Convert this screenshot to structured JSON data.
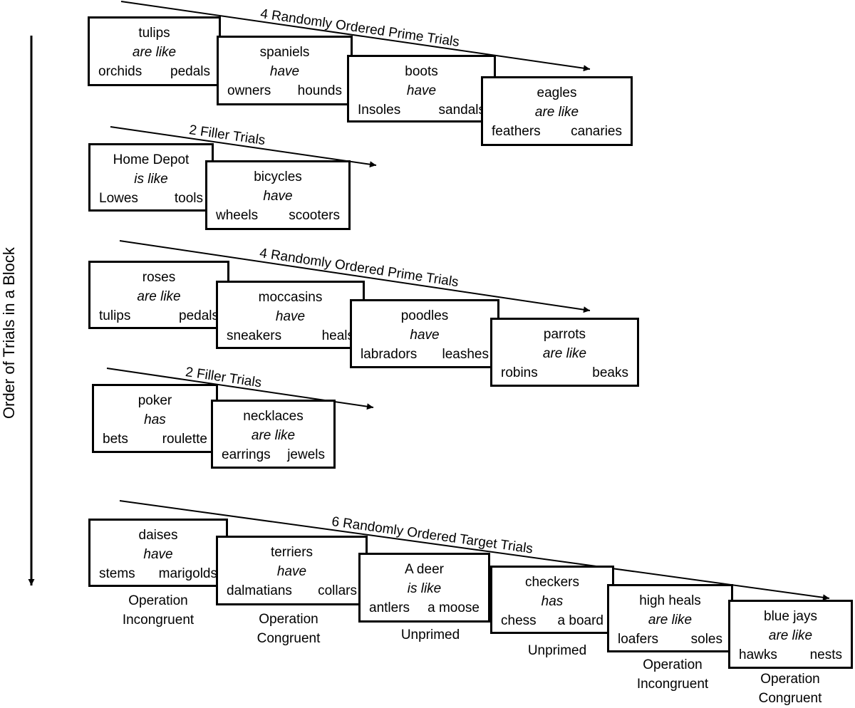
{
  "axis_label": "Order of Trials in a Block",
  "groups": [
    {
      "label": "4 Randomly Ordered Prime Trials",
      "trials": [
        {
          "subject": "tulips",
          "relation": "are like",
          "left": "orchids",
          "right": "pedals"
        },
        {
          "subject": "spaniels",
          "relation": "have",
          "left": "owners",
          "right": "hounds"
        },
        {
          "subject": "boots",
          "relation": "have",
          "left": "Insoles",
          "right": "sandals"
        },
        {
          "subject": "eagles",
          "relation": "are like",
          "left": "feathers",
          "right": "canaries"
        }
      ]
    },
    {
      "label": "2 Filler Trials",
      "trials": [
        {
          "subject": "Home Depot",
          "relation": "is like",
          "left": "Lowes",
          "right": "tools"
        },
        {
          "subject": "bicycles",
          "relation": "have",
          "left": "wheels",
          "right": "scooters"
        }
      ]
    },
    {
      "label": "4 Randomly Ordered Prime Trials",
      "trials": [
        {
          "subject": "roses",
          "relation": "are like",
          "left": "tulips",
          "right": "pedals"
        },
        {
          "subject": "moccasins",
          "relation": "have",
          "left": "sneakers",
          "right": "heals"
        },
        {
          "subject": "poodles",
          "relation": "have",
          "left": "labradors",
          "right": "leashes"
        },
        {
          "subject": "parrots",
          "relation": "are like",
          "left": "robins",
          "right": "beaks"
        }
      ]
    },
    {
      "label": "2 Filler Trials",
      "trials": [
        {
          "subject": "poker",
          "relation": "has",
          "left": "bets",
          "right": "roulette"
        },
        {
          "subject": "necklaces",
          "relation": "are like",
          "left": "earrings",
          "right": "jewels"
        }
      ]
    },
    {
      "label": "6 Randomly Ordered Target Trials",
      "trials": [
        {
          "subject": "daises",
          "relation": "have",
          "left": "stems",
          "right": "marigolds",
          "condition": "Operation\nIncongruent"
        },
        {
          "subject": "terriers",
          "relation": "have",
          "left": "dalmatians",
          "right": "collars",
          "condition": "Operation\nCongruent"
        },
        {
          "subject": "A deer",
          "relation": "is like",
          "left": "antlers",
          "right": "a moose",
          "condition": "Unprimed"
        },
        {
          "subject": "checkers",
          "relation": "has",
          "left": "chess",
          "right": "a board",
          "condition": "Unprimed"
        },
        {
          "subject": "high heals",
          "relation": "are like",
          "left": "loafers",
          "right": "soles",
          "condition": "Operation\nIncongruent"
        },
        {
          "subject": "blue jays",
          "relation": "are like",
          "left": "hawks",
          "right": "nests",
          "condition": "Operation\nCongruent"
        }
      ]
    }
  ]
}
